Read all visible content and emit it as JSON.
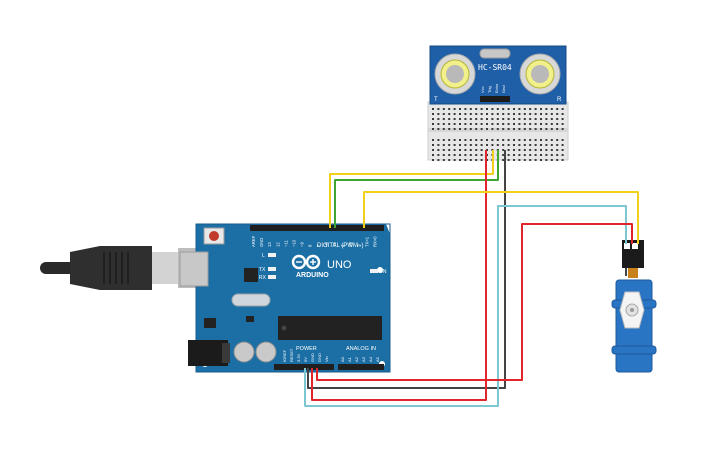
{
  "sensor": {
    "model": "HC-SR04",
    "pin_labels": [
      "Vcc",
      "Trig",
      "Echo",
      "Gnd"
    ],
    "corner_left": "T",
    "corner_right": "R"
  },
  "arduino": {
    "brand": "ARDUINO",
    "model": "UNO",
    "digital_header": "DIGITAL (PWM~)",
    "power_header": "POWER",
    "analog_header": "ANALOG IN",
    "on_label": "ON",
    "led_labels": [
      "L",
      "TX",
      "RX"
    ],
    "top_pins": [
      "AREF",
      "GND",
      "13",
      "12",
      "~11",
      "~10",
      "~9",
      "8",
      "7",
      "~6",
      "~5",
      "4",
      "~3",
      "2",
      "TX>1",
      "RX<0"
    ],
    "power_pins": [
      "IOREF",
      "RESET",
      "3.3V",
      "5V",
      "GND",
      "GND",
      "Vin"
    ],
    "analog_pins": [
      "A0",
      "A1",
      "A2",
      "A3",
      "A4",
      "A5"
    ]
  },
  "colors": {
    "wire_yellow": "#f2cf1b",
    "wire_green": "#3fa535",
    "wire_red": "#e0262a",
    "wire_black": "#444444",
    "wire_cyan": "#7cc7d0",
    "board_blue": "#1c6fa5",
    "servo_blue": "#2a74c4",
    "sensor_blue": "#1e5fa8"
  }
}
